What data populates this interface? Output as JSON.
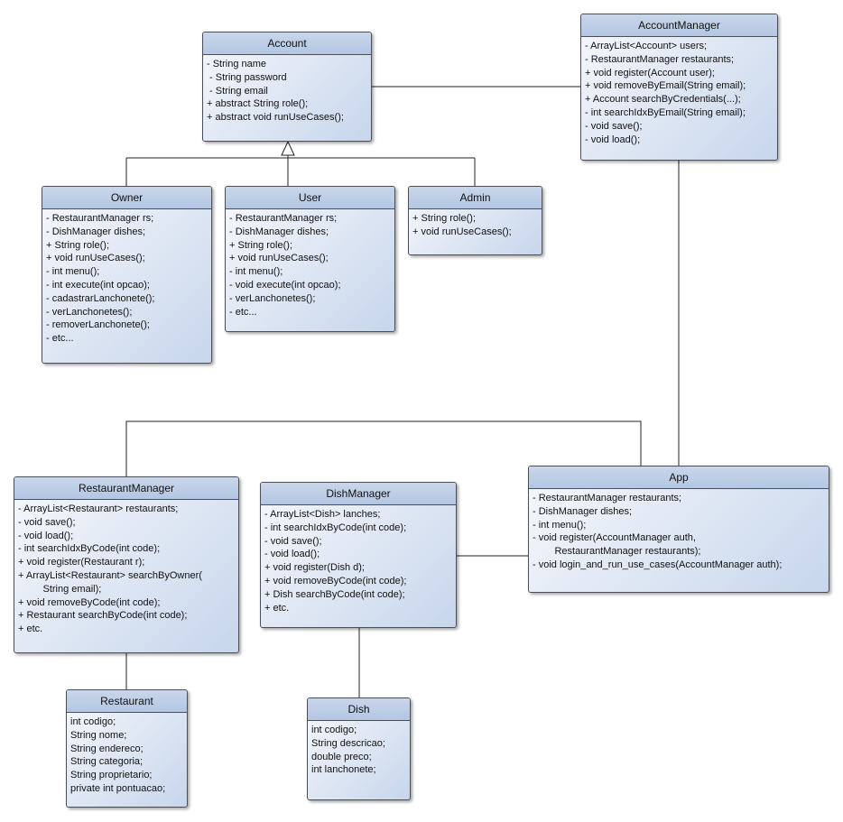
{
  "classes": {
    "account": {
      "name": "Account",
      "members": [
        "- String name",
        " - String password",
        " - String email",
        "+ abstract String role();",
        "+ abstract void runUseCases();"
      ]
    },
    "account_manager": {
      "name": "AccountManager",
      "members": [
        "- ArrayList<Account> users;",
        "- RestaurantManager restaurants;",
        "+ void register(Account user);",
        "+ void removeByEmail(String email);",
        "+ Account searchByCredentials(...);",
        "- int searchIdxByEmail(String email);",
        "- void save();",
        "- void load();"
      ]
    },
    "owner": {
      "name": "Owner",
      "members": [
        "- RestaurantManager rs;",
        "- DishManager dishes;",
        "+ String role();",
        "+ void runUseCases();",
        "- int menu();",
        "- int execute(int opcao);",
        "- cadastrarLanchonete();",
        "- verLanchonetes();",
        "- removerLanchonete();",
        "- etc..."
      ]
    },
    "user": {
      "name": "User",
      "members": [
        "- RestaurantManager rs;",
        "- DishManager dishes;",
        "+ String role();",
        "+ void runUseCases();",
        "- int menu();",
        "- void execute(int opcao);",
        "- verLanchonetes();",
        "- etc..."
      ]
    },
    "admin": {
      "name": "Admin",
      "members": [
        "+ String role();",
        "+ void runUseCases();"
      ]
    },
    "restaurant_manager": {
      "name": "RestaurantManager",
      "members": [
        "- ArrayList<Restaurant> restaurants;",
        "- void save();",
        "- void load();",
        "- int searchIdxByCode(int code);",
        "+ void register(Restaurant r);",
        "+ ArrayList<Restaurant> searchByOwner(",
        "         String email);",
        "+ void removeByCode(int code);",
        "+ Restaurant searchByCode(int code);",
        "+ etc."
      ]
    },
    "dish_manager": {
      "name": "DishManager",
      "members": [
        "- ArrayList<Dish> lanches;",
        "- int searchIdxByCode(int code);",
        "- void save();",
        "- void load();",
        "+ void register(Dish d);",
        "+ void removeByCode(int code);",
        "+ Dish searchByCode(int code);",
        "+ etc."
      ]
    },
    "app": {
      "name": "App",
      "members": [
        "- RestaurantManager restaurants;",
        "- DishManager dishes;",
        "- int menu();",
        "- void register(AccountManager auth,",
        "        RestaurantManager restaurants);",
        "- void login_and_run_use_cases(AccountManager auth);"
      ]
    },
    "restaurant": {
      "name": "Restaurant",
      "members": [
        "int codigo;",
        "String nome;",
        "String endereco;",
        "String categoria;",
        "String proprietario;",
        "private int pontuacao;"
      ]
    },
    "dish": {
      "name": "Dish",
      "members": [
        "int codigo;",
        "String descricao;",
        "double preco;",
        "int lanchonete;"
      ]
    }
  }
}
